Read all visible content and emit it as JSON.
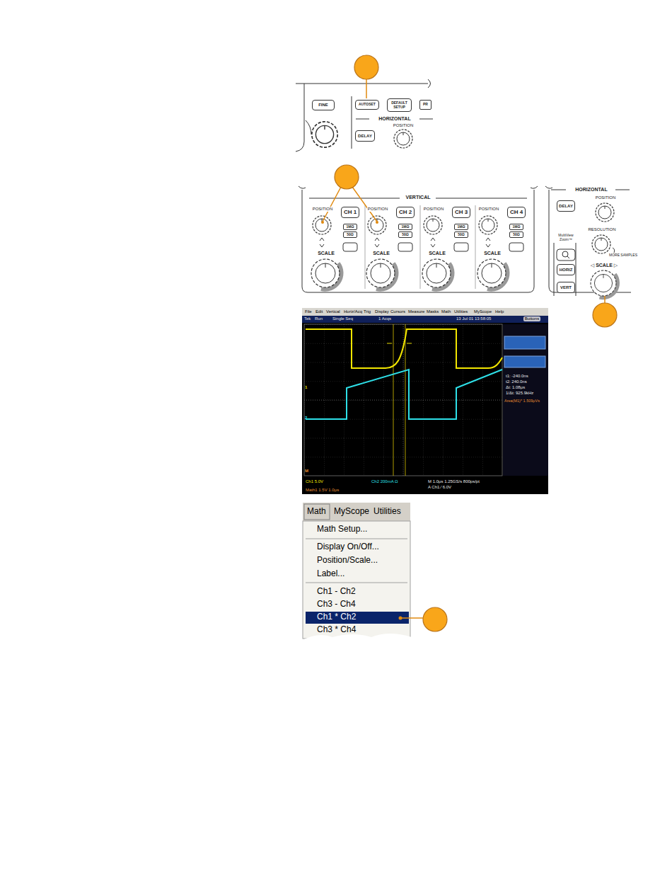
{
  "diagram": {
    "nodes": [
      {
        "text": [
          "FINE"
        ]
      },
      {
        "text": [
          "AUTOSET"
        ]
      },
      {
        "text": [
          "DEFAULT SETUP"
        ]
      },
      {
        "text": [
          "PR"
        ]
      },
      {
        "text": [
          "DELAY"
        ]
      },
      {
        "text": [
          "CH 1"
        ]
      },
      {
        "text": [
          "1MΩ"
        ]
      },
      {
        "text": [
          "50Ω"
        ]
      },
      {
        "text": [
          "CH 2"
        ]
      },
      {
        "text": [
          "1MΩ"
        ]
      },
      {
        "text": [
          "50Ω"
        ]
      },
      {
        "text": [
          "CH 3"
        ]
      },
      {
        "text": [
          "1MΩ"
        ]
      },
      {
        "text": [
          "50Ω"
        ]
      },
      {
        "text": [
          "CH 4"
        ]
      },
      {
        "text": [
          "1MΩ"
        ]
      },
      {
        "text": [
          "50Ω"
        ]
      },
      {
        "text": [
          "DELAY"
        ]
      },
      {
        "text": [
          "HORIZ"
        ]
      },
      {
        "text": [
          "VERT"
        ]
      }
    ],
    "labels": [
      "HORIZONTAL",
      "POSITION",
      "VERTICAL",
      "POSITION",
      "POSITION",
      "POSITION",
      "POSITION",
      "SCALE",
      "SCALE",
      "SCALE",
      "SCALE",
      "HORIZONTAL",
      "POSITION",
      "RESOLUTION",
      "MORE SAMPLES",
      "MultiView Zoom™",
      "◁ SCALE ▷",
      "File",
      "Edit",
      "Vertical",
      "Horiz/Acq",
      "Trig",
      "Display",
      "Cursors",
      "Measure",
      "Masks",
      "Math",
      "Utilities",
      "MyScope",
      "Help",
      "Tek",
      "Run",
      "Single Seq",
      "1 Acqs",
      "13 Jul 01 13:58:05",
      "Buttons",
      "t1: -240.0ns",
      "t2: 240.0ns",
      "Δt: 1.08μs",
      "1/Δt: 925.9kHz",
      "Area(M1)* 1.509μVs",
      "Ch1 5.0V",
      "Ch2 200mA Ω",
      "M 1.0μs 1.25GS/s 800ps/pt",
      "A Ch1 ∕ 6.0V",
      "Math1 1.5V 1.0μs",
      "1",
      "2",
      "M",
      "Math",
      "MyScope",
      "Utilities",
      "Math Setup...",
      "Display On/Off...",
      "Position/Scale...",
      "Label...",
      "Ch1 - Ch2",
      "Ch3 - Ch4",
      "Ch1 * Ch2",
      "Ch3 * Ch4"
    ]
  }
}
